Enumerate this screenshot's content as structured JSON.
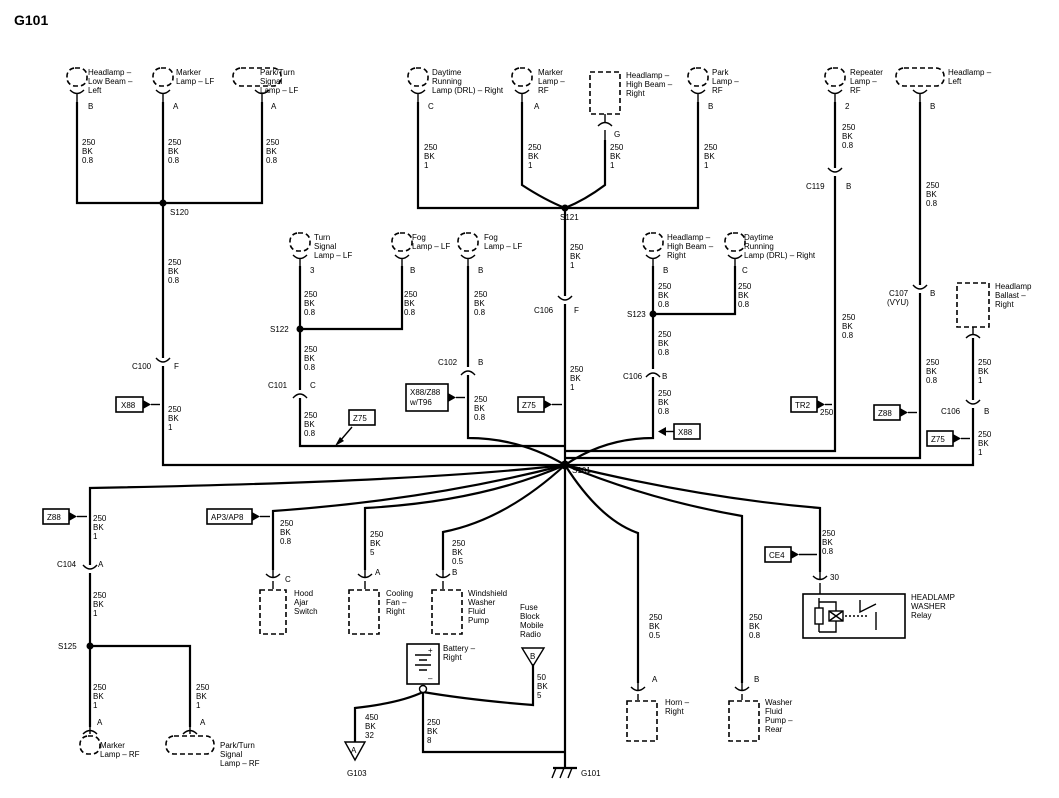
{
  "title": "G101",
  "comps": {
    "hl_low_left": [
      "Headlamp –",
      "Low Beam –",
      "Left"
    ],
    "marker_lf": [
      "Marker",
      "Lamp – LF"
    ],
    "park_lf": [
      "Park/Turn",
      "Signal",
      "Lamp – LF"
    ],
    "drl_right": [
      "Daytime",
      "Running",
      "Lamp (DRL) – Right"
    ],
    "marker_rf_top": [
      "Marker",
      "Lamp –",
      "RF"
    ],
    "hl_high_right_top": [
      "Headlamp –",
      "High Beam –",
      "Right"
    ],
    "park_rf": [
      "Park",
      "Lamp –",
      "RF"
    ],
    "repeater_rf": [
      "Repeater",
      "Lamp –",
      "RF"
    ],
    "hl_left": [
      "Headlamp –",
      "Left"
    ],
    "turn_lf": [
      "Turn",
      "Signal",
      "Lamp – LF"
    ],
    "fog_lf1": [
      "Fog",
      "Lamp – LF"
    ],
    "fog_lf2": [
      "Fog",
      "Lamp – LF"
    ],
    "hl_high_right_mid": [
      "Headlamp –",
      "High Beam –",
      "Right"
    ],
    "drl_right_mid": [
      "Daytime",
      "Running",
      "Lamp (DRL) – Right"
    ],
    "ballast": [
      "Headlamp",
      "Ballast –",
      "Right"
    ],
    "hood": [
      "Hood",
      "Ajar",
      "Switch"
    ],
    "cooling": [
      "Cooling",
      "Fan –",
      "Right"
    ],
    "washer_front": [
      "Windshield",
      "Washer",
      "Fluid",
      "Pump"
    ],
    "fuse_block": [
      "Fuse",
      "Block",
      "Mobile",
      "Radio"
    ],
    "battery": [
      "Battery –",
      "Right"
    ],
    "horn": [
      "Horn –",
      "Right"
    ],
    "washer_rear": [
      "Washer",
      "Fluid",
      "Pump –",
      "Rear"
    ],
    "relay": [
      "HEADLAMP",
      "WASHER",
      "Relay"
    ],
    "marker_rf_bottom": [
      "Marker",
      "Lamp – RF"
    ],
    "park_rf_bottom": [
      "Park/Turn",
      "Signal",
      "Lamp – RF"
    ]
  },
  "pins": {
    "hl_low_left": "B",
    "marker_lf": "A",
    "park_lf": "A",
    "drl_right": "C",
    "marker_rf_top": "A",
    "hl_high_right_top": "G",
    "park_rf": "B",
    "repeater_rf": "2",
    "hl_left": "B",
    "turn_lf": "3",
    "fog_lf1": "B",
    "fog_lf2": "B",
    "hl_high_right_mid": "B",
    "drl_right_mid": "C",
    "hood": "C",
    "cooling": "A",
    "washer_front": "B",
    "fuse_block": "B",
    "horn": "A",
    "washer_rear": "B",
    "relay": "30",
    "marker_rf_bottom": "A",
    "park_rf_bottom": "A"
  },
  "connectors": [
    {
      "name": "C100",
      "pin": "F"
    },
    {
      "name": "C101",
      "pin": "C"
    },
    {
      "name": "C102",
      "pin": "B"
    },
    {
      "name": "C106",
      "pin": "F"
    },
    {
      "name": "C106",
      "pin": "B"
    },
    {
      "name": "C119",
      "pin": "B"
    },
    {
      "name": "C107",
      "sub": "(VYU)",
      "pin": "B"
    },
    {
      "name": "C106",
      "pin": "B"
    },
    {
      "name": "C104",
      "pin": "A"
    }
  ],
  "splices": [
    "S120",
    "S121",
    "S122",
    "S123",
    "S101",
    "S125"
  ],
  "grounds": [
    "G101",
    "G103"
  ],
  "options": [
    "X88",
    "Z75",
    "X88/Z88",
    "w/T96",
    "Z75",
    "X88",
    "TR2",
    "Z88",
    "Z75",
    "Z88",
    "AP3/AP8",
    "CE4"
  ],
  "wires": [
    [
      "250",
      "BK",
      "0.8"
    ],
    [
      "250",
      "BK",
      "1"
    ],
    [
      "250",
      "BK",
      "5"
    ],
    [
      "250",
      "BK",
      "0.5"
    ],
    [
      "50",
      "BK",
      "5"
    ],
    [
      "450",
      "BK",
      "32"
    ],
    [
      "250",
      "BK",
      "8"
    ]
  ]
}
